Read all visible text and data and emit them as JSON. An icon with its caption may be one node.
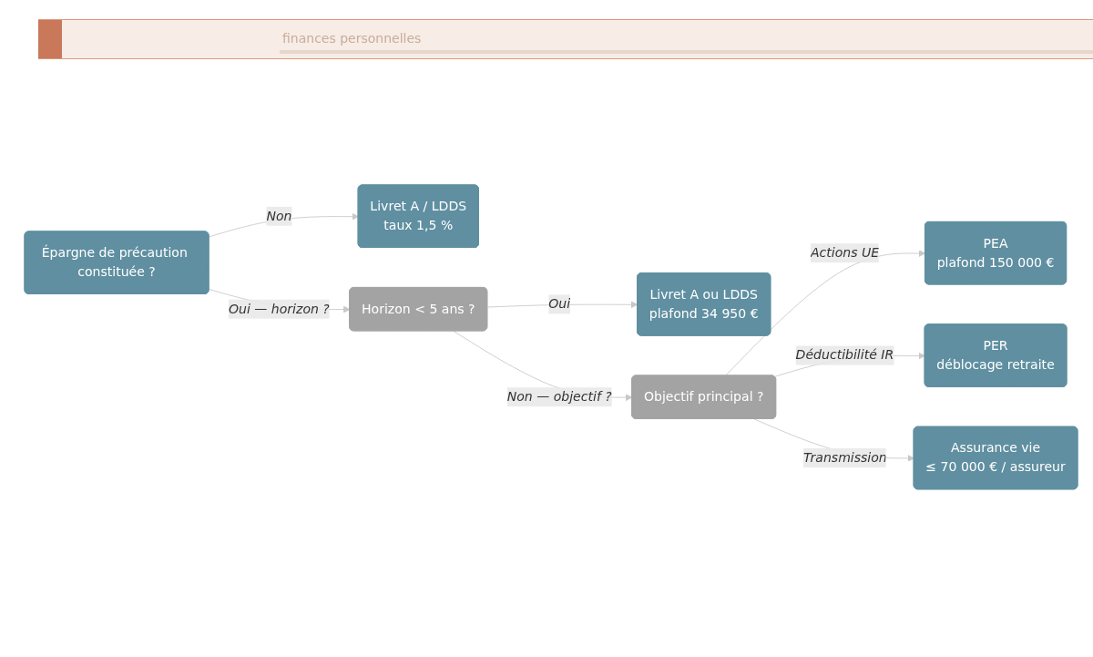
{
  "diagram": {
    "nodes": [
      {
        "text": [
          "Épargne de précaution constituée ?"
        ]
      },
      {
        "text": [
          "Livret A / LDDS",
          "taux 1,5 %"
        ]
      },
      {
        "text": [
          "Horizon < 5 ans ?"
        ]
      },
      {
        "text": [
          "Livret A ou LDDS",
          "plafond 34 950 €"
        ]
      },
      {
        "text": [
          "Objectif principal ?"
        ]
      },
      {
        "text": [
          "PEA",
          "plafond 150 000 €"
        ]
      },
      {
        "text": [
          "PER",
          "déblocage retraite"
        ]
      },
      {
        "text": [
          "Assurance vie",
          "≤ 70 000 € / assureur"
        ]
      }
    ],
    "edges": [
      {
        "from": 0,
        "to": 1,
        "arrow": "to",
        "label": "Non"
      },
      {
        "from": 0,
        "to": 2,
        "arrow": "to",
        "label": "Oui — horizon ?"
      },
      {
        "from": 2,
        "to": 3,
        "arrow": "to",
        "label": "Oui"
      },
      {
        "from": 2,
        "to": 4,
        "arrow": "to",
        "label": "Non — objectif ?"
      },
      {
        "from": 4,
        "to": 5,
        "arrow": "to",
        "label": "Actions UE"
      },
      {
        "from": 4,
        "to": 6,
        "arrow": "to",
        "label": "Déductibilité IR"
      },
      {
        "from": 4,
        "to": 7,
        "arrow": "to",
        "label": "Transmission"
      }
    ],
    "labels": [
      "finances personnelles"
    ]
  }
}
